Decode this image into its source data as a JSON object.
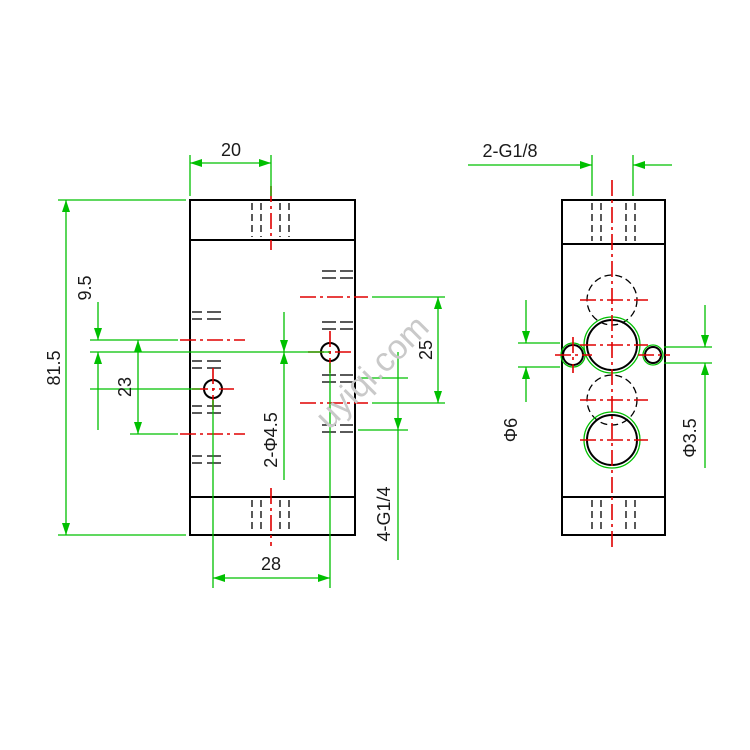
{
  "dimensions": {
    "width_top": "20",
    "height_total": "81.5",
    "offset_upper": "9.5",
    "offset_mid": "23",
    "mount_holes": "2-Φ4.5",
    "port_spacing": "25",
    "ports_main": "4-G1/4",
    "hole_spacing": "28",
    "ports_side": "2-G1/8",
    "dia_left": "Φ6",
    "dia_right": "Φ3.5"
  },
  "watermark": "uyiqi.com",
  "colors": {
    "outline": "#000000",
    "dimension": "#00c000",
    "centerline": "#e00000"
  }
}
